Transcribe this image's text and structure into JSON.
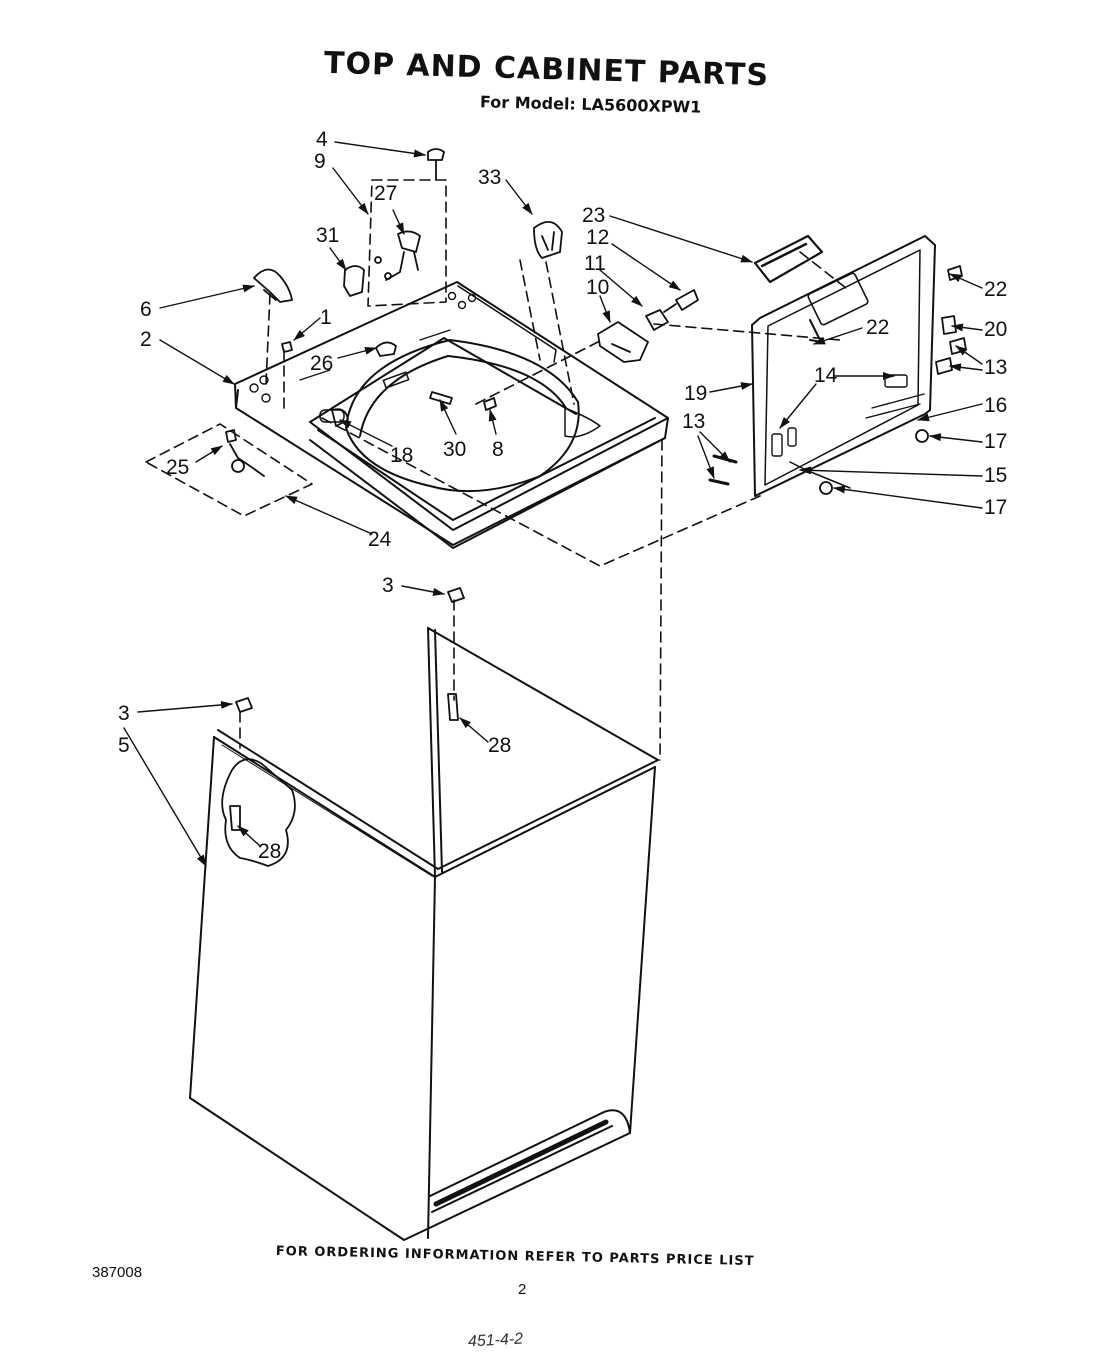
{
  "title": "TOP AND CABINET PARTS",
  "subtitle": "For Model: LA5600XPW1",
  "footer_note": "FOR ORDERING INFORMATION REFER TO PARTS PRICE LIST",
  "doc_number": "387008",
  "page_number": "2",
  "handwritten_mark": "451-4-2",
  "callouts": [
    "4",
    "9",
    "27",
    "33",
    "23",
    "12",
    "11",
    "10",
    "31",
    "6",
    "1",
    "2",
    "26",
    "30",
    "8",
    "18",
    "25",
    "24",
    "22",
    "22",
    "20",
    "13",
    "14",
    "19",
    "13",
    "16",
    "17",
    "15",
    "17",
    "3",
    "3",
    "28",
    "5",
    "28"
  ]
}
